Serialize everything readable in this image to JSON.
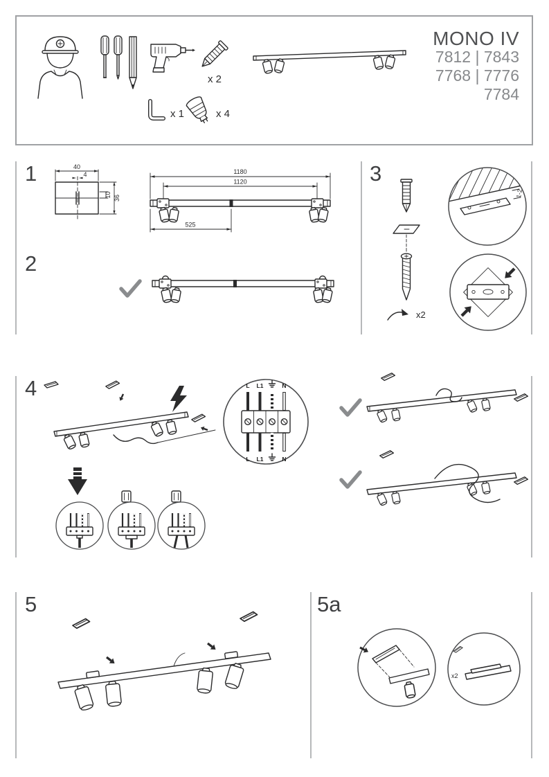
{
  "header": {
    "title": "MONO IV",
    "models": [
      "7812 | 7843",
      "7768 | 7776",
      "7784"
    ],
    "wall_plugs_qty": "x 2",
    "allen_key_qty": "x 1",
    "bulbs_qty": "x 4"
  },
  "steps": {
    "s1": {
      "number": "1",
      "dims": {
        "bracket_width": "40",
        "slot_width": "4",
        "hole_offset": "10",
        "bracket_height": "36",
        "overall_length": "1180",
        "mounting_span": "1120",
        "center_offset": "525"
      }
    },
    "s2": {
      "number": "2"
    },
    "s3": {
      "number": "3",
      "ceiling_gap_mm": "1-2",
      "screws_qty": "x2"
    },
    "s4": {
      "number": "4",
      "terminals_top": [
        "L",
        "L1",
        "⏚",
        "N"
      ],
      "terminals_bottom": [
        "L",
        "L1",
        "⏚",
        "N"
      ]
    },
    "s5": {
      "number": "5"
    },
    "s5a": {
      "number": "5a",
      "caps_qty": "x2"
    }
  },
  "colors": {
    "line_art": "#2b2b2c",
    "title_gray": "#505153",
    "models_gray": "#87898c",
    "divider_gray": "#b6b8ba",
    "checkmark_gray": "#8a8c8e",
    "border_gray": "#9fa1a4"
  }
}
